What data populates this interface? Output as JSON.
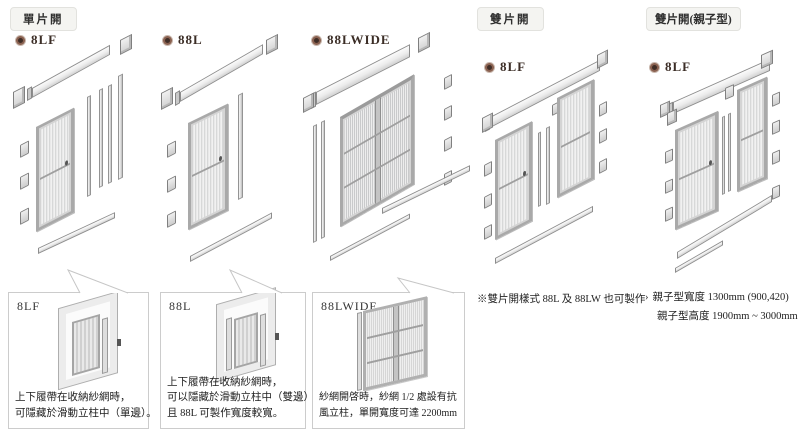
{
  "page": {
    "background": "#ffffff"
  },
  "colors": {
    "badge_bg": "#f4f4f1",
    "badge_border": "#e2e2de",
    "bullet_ring": "#8a6150",
    "bullet_core": "#3f2d26",
    "heading_text": "#2f2f2f",
    "body_text": "#1e1e1e",
    "box_border": "#cccccc",
    "drawing_line": "#8d8d8d"
  },
  "icons": {
    "variant_bullet": "ring-dot-icon"
  },
  "sections": {
    "single": {
      "header": "單片開",
      "variants": [
        {
          "label": "8LF"
        },
        {
          "label": "88L"
        },
        {
          "label": "88LWIDE"
        }
      ]
    },
    "double": {
      "header": "雙片開",
      "variants": [
        {
          "label": "8LF"
        }
      ],
      "note": "※雙片開樣式 88L 及 88LW 也可製作"
    },
    "parent_child": {
      "header": "雙片開(親子型)",
      "variants": [
        {
          "label": "8LF"
        }
      ],
      "spec_marker": "›",
      "spec_lines": [
        "親子型寬度 1300mm (900,420)",
        "親子型高度 1900mm ~ 3000mm"
      ]
    }
  },
  "detail_boxes": [
    {
      "label": "8LF",
      "lines": [
        "上下履帶在收納紗網時，",
        "可隱藏於滑動立柱中（單邊）。"
      ]
    },
    {
      "label": "88L",
      "lines": [
        "上下履帶在收納紗網時，",
        "可以隱藏於滑動立柱中（雙邊）",
        "且 88L 可製作寬度較寬。"
      ]
    },
    {
      "label": "88LWIDE",
      "lines": [
        "紗網開啓時，紗網 1/2 處設有抗",
        "風立柱，單開寬度可達 2200mm"
      ]
    }
  ]
}
